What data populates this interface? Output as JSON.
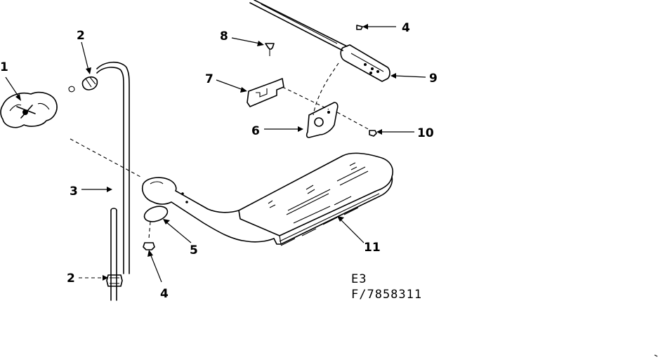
{
  "callouts": {
    "c1": "1",
    "c2a": "2",
    "c2b": "2",
    "c3": "3",
    "c4a": "4",
    "c4b": "4",
    "c5": "5",
    "c6": "6",
    "c7": "7",
    "c8": "8",
    "c9": "9",
    "c10": "10",
    "c11": "11"
  },
  "drawing_code": {
    "line1": "E3",
    "line2": "F/7858311"
  }
}
